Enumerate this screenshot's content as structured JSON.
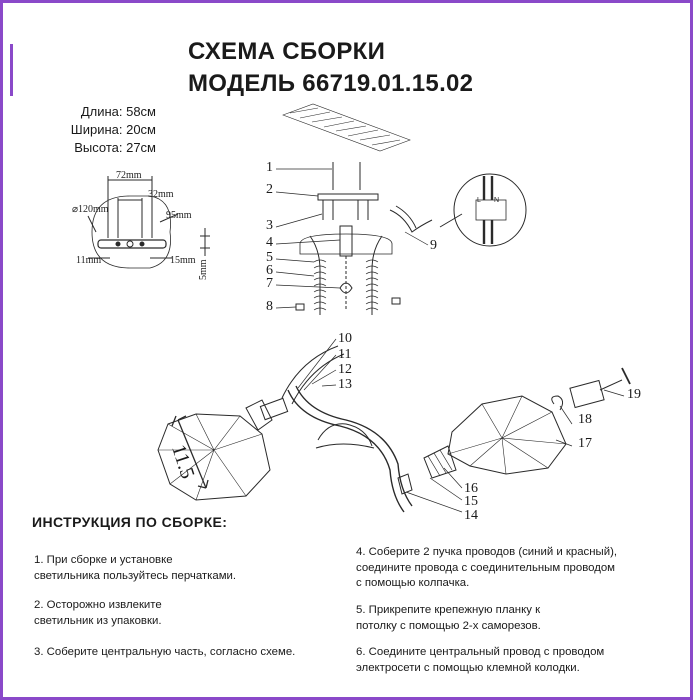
{
  "header": {
    "title_line1": "СХЕМА СБОРКИ",
    "title_line2": "МОДЕЛЬ 66719.01.15.02"
  },
  "dimensions": {
    "length": "Длина: 58см",
    "width": "Ширина: 20см",
    "height": "Высота: 27см"
  },
  "base_plate": {
    "diameter": "⌀120mm",
    "span": "72mm",
    "inner": "32mm",
    "offset": "95mm",
    "left_margin": "11mm",
    "right_margin": "15mm",
    "thickness": "5mm"
  },
  "callouts_top": [
    "1",
    "2",
    "3",
    "4",
    "5",
    "6",
    "7",
    "8",
    "9"
  ],
  "callouts_bottom": [
    "10",
    "11",
    "12",
    "13",
    "14",
    "15",
    "16",
    "17",
    "18",
    "19"
  ],
  "shade_size": "11.5",
  "terminal": {
    "l": "L",
    "n": "N"
  },
  "instructions": {
    "title": "ИНСТРУКЦИЯ ПО СБОРКЕ:",
    "steps": [
      {
        "line1": "1. При сборке и установке",
        "line2": "светильника пользуйтесь перчатками."
      },
      {
        "line1": "2. Осторожно извлеките",
        "line2": "светильник из упаковки."
      },
      {
        "line1": "3. Соберите центральную часть, согласно схеме.",
        "line2": ""
      },
      {
        "line1": "4. Соберите 2 пучка проводов (синий и красный),",
        "line2": "соедините провода с соединительным проводом",
        "line3": "с помощью колпачка."
      },
      {
        "line1": "5. Прикрепите крепежную планку к",
        "line2": "потолку с помощью 2-х саморезов."
      },
      {
        "line1": "6. Соедините центральный провод с проводом",
        "line2": "электросети с помощью клемной колодки."
      }
    ]
  },
  "colors": {
    "frame": "#8a49c9",
    "ink": "#1a1a1a"
  }
}
